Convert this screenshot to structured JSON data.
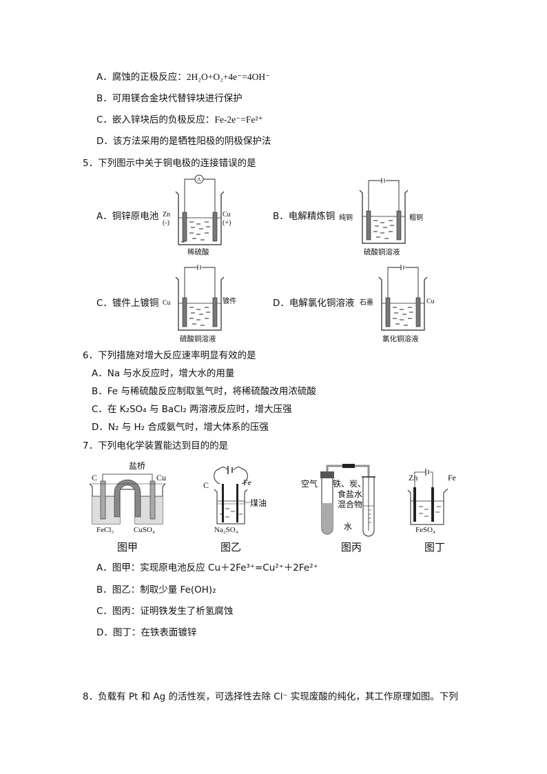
{
  "q4": {
    "options": [
      {
        "label": "A．腐蚀的正极反应：",
        "formula": "2H₂O+O₂+4e⁻=4OH⁻"
      },
      {
        "label": "B．可用镁合金块代替锌块进行保护",
        "formula": ""
      },
      {
        "label": "C．嵌入锌块后的负极反应：",
        "formula": "Fe-2e⁻=Fe²⁺"
      },
      {
        "label": "D．该方法采用的是牺牲阳极的阴极保护法",
        "formula": ""
      }
    ]
  },
  "q5": {
    "stem": "5．下列图示中关于铜电极的连接错误的是",
    "options": [
      {
        "label": "A．铜锌原电池",
        "left_electrode": "Zn",
        "left_sign": "(-)",
        "right_electrode": "Cu",
        "right_sign": "(+)",
        "solution": "稀硫酸",
        "meter": "A"
      },
      {
        "label": "B．电解精炼铜",
        "left_electrode": "纯铜",
        "right_electrode": "粗铜",
        "solution": "硫酸铜溶液"
      },
      {
        "label": "C．镀件上镀铜",
        "left_electrode": "Cu",
        "right_electrode": "镀件",
        "solution": "硫酸铜溶液"
      },
      {
        "label": "D．电解氯化铜溶液",
        "left_electrode": "石墨",
        "right_electrode": "Cu",
        "solution": "氯化铜溶液"
      }
    ]
  },
  "q6": {
    "stem": "6．下列措施对增大反应速率明显有效的是",
    "options": [
      "A．Na 与水反应时，增大水的用量",
      "B．Fe 与稀硫酸反应制取氢气时，将稀硫酸改用浓硫酸",
      "C．在 K₂SO₄ 与 BaCl₂ 两溶液反应时，增大压强",
      "D．N₂ 与 H₂ 合成氨气时，增大体系的压强"
    ]
  },
  "q7": {
    "stem": "7．下列电化学装置能达到目的的是",
    "figures": [
      {
        "caption": "图甲",
        "labels": {
          "left": "C",
          "bridge": "盐桥",
          "right": "Cu",
          "sol_left": "FeCl₃",
          "sol_right": "CuSO₄"
        }
      },
      {
        "caption": "图乙",
        "labels": {
          "left": "C",
          "right": "Fe",
          "oil": "煤油",
          "solution": "Na₂SO₄"
        }
      },
      {
        "caption": "图丙",
        "labels": {
          "air": "空气",
          "mix1": "铁、炭、",
          "mix2": "食盐水",
          "mix3": "混合物",
          "water": "水"
        }
      },
      {
        "caption": "图丁",
        "labels": {
          "left": "Zn",
          "right": "Fe",
          "solution": "FeSO₄"
        }
      }
    ],
    "options": [
      "A．图甲：实现原电池反应 Cu＋2Fe³⁺=Cu²⁺＋2Fe²⁺",
      "B．图乙：制取少量 Fe(OH)₂",
      "C．图丙：证明铁发生了析氢腐蚀",
      "D．图丁：在铁表面镀锌"
    ]
  },
  "q8": {
    "stem": "8．负载有 Pt 和 Ag 的活性炭，可选择性去除 Cl⁻ 实现废酸的纯化，其工作原理如图。下列"
  }
}
